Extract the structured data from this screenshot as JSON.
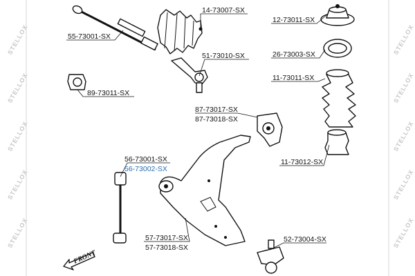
{
  "parts": [
    {
      "name": "part-label-14-73007",
      "code": "14-73007-SX"
    },
    {
      "name": "part-label-12-73011",
      "code": "12-73011-SX"
    },
    {
      "name": "part-label-55-73001",
      "code": "55-73001-SX"
    },
    {
      "name": "part-label-51-73010",
      "code": "51-73010-SX"
    },
    {
      "name": "part-label-26-73003",
      "code": "26-73003-SX"
    },
    {
      "name": "part-label-89-73011",
      "code": "89-73011-SX"
    },
    {
      "name": "part-label-11-73011",
      "code": "11-73011-SX"
    },
    {
      "name": "part-label-87-73017",
      "code": "87-73017-SX"
    },
    {
      "name": "part-label-87-73018",
      "code": "87-73018-SX"
    },
    {
      "name": "part-label-56-73001",
      "code": "56-73001-SX"
    },
    {
      "name": "part-label-56-73002",
      "code": "56-73002-SX"
    },
    {
      "name": "part-label-11-73012",
      "code": "11-73012-SX"
    },
    {
      "name": "part-label-57-73017",
      "code": "57-73017-SX"
    },
    {
      "name": "part-label-57-73018",
      "code": "57-73018-SX"
    },
    {
      "name": "part-label-52-73004",
      "code": "52-73004-SX"
    }
  ],
  "front_label": "FRONT",
  "watermark": "STELLOX",
  "colors": {
    "text": "#111111",
    "highlight": "#2a6db0",
    "watermark": "#c8c8c8"
  }
}
